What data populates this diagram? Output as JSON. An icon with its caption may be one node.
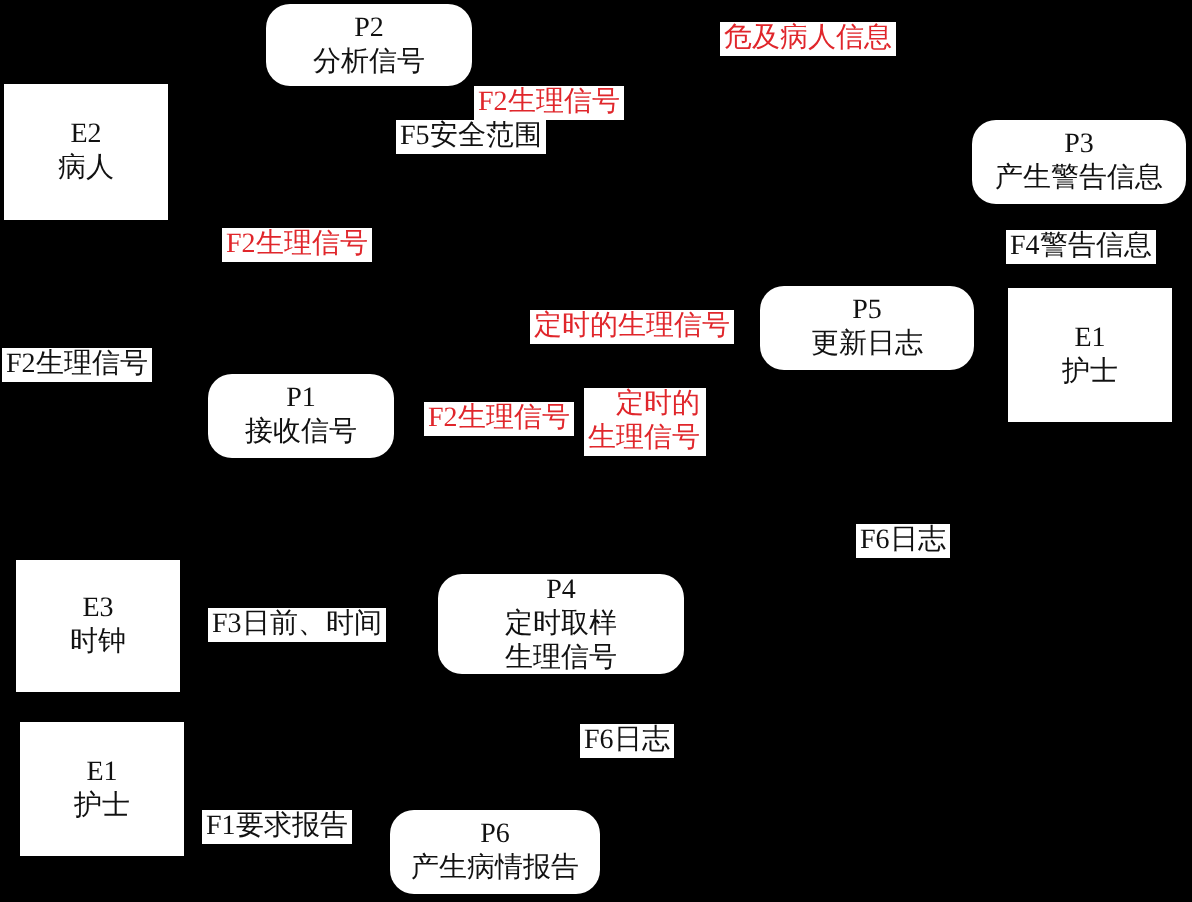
{
  "diagram": {
    "nodes": [
      {
        "text": [
          "P2",
          "分析信号"
        ]
      },
      {
        "text": [
          "E2",
          "病人"
        ]
      },
      {
        "text": [
          "P3",
          "产生警告信息"
        ]
      },
      {
        "text": [
          "P5",
          "更新日志"
        ]
      },
      {
        "text": [
          "E1",
          "护士"
        ]
      },
      {
        "text": [
          "P1",
          "接收信号"
        ]
      },
      {
        "text": [
          "E3",
          "时钟"
        ]
      },
      {
        "text": [
          "P4",
          "定时取样生理信号"
        ]
      },
      {
        "text": [
          "E1",
          "护士"
        ]
      },
      {
        "text": [
          "P6",
          "产生病情报告"
        ]
      }
    ],
    "labels": [
      "危及病人信息",
      "F2生理信号",
      "F5安全范围",
      "F2生理信号",
      "F4警告信息",
      "定时的生理信号",
      "F2生理信号",
      "F2生理信号",
      "定时的生理信号",
      "F6日志",
      "F3日前、时间",
      "F6日志",
      "F1要求报告"
    ]
  }
}
